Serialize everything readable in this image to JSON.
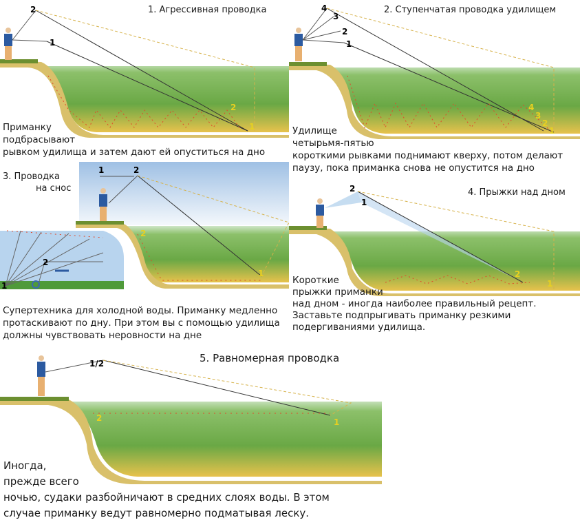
{
  "colors": {
    "water_top": "#c9e3c0",
    "water_mid": "#6fae4a",
    "water_bottom": "#e7c04a",
    "shore": "#d9c06a",
    "grass": "#6c8f30",
    "line": "#333333",
    "dashed": "#d6b24a",
    "marker": "#e14a2a",
    "sky": "#a9c8e8"
  },
  "panels": [
    {
      "title": "1. Агрессивная проводка",
      "caption": [
        "Приманку",
        "подбрасывают",
        "рывком удилища и затем дают ей опуститься на дно"
      ],
      "rod_labels": [
        "2",
        "1"
      ],
      "lure_labels": [
        "2",
        "1"
      ]
    },
    {
      "title": "2. Ступенчатая проводка удилищем",
      "caption": [
        "Удилище",
        "четырьмя-пятью",
        "короткими рывками поднимают кверху, потом делают",
        "паузу, пока приманка снова не опустится на дно"
      ],
      "rod_labels": [
        "4",
        "3",
        "2",
        "1"
      ],
      "lure_labels": [
        "4",
        "3",
        "2",
        "1"
      ]
    },
    {
      "title": [
        "3. Проводка",
        "на снос"
      ],
      "caption": [
        "Супертехника для холодной воды. Приманку медленно",
        "протаскивают по дну. При этом вы с помощью удилища",
        "должны чувствовать неровности на дне"
      ],
      "rod_labels": [
        "1",
        "2"
      ],
      "lure_labels": [
        "2",
        "1"
      ],
      "inset_labels": [
        "2",
        "1"
      ]
    },
    {
      "title": "4. Прыжки над дном",
      "caption": [
        "Короткие",
        "прыжки приманки",
        "над дном - иногда наиболее правильный рецепт.",
        "Заставьте подпрыгивать приманку резкими",
        "подергиваниями удилища."
      ],
      "rod_labels": [
        "2",
        "1"
      ],
      "lure_labels": [
        "2",
        "1"
      ]
    },
    {
      "title": "5. Равномерная проводка",
      "caption": [
        "Иногда,",
        "прежде всего",
        "ночью, судаки разбойничают в средних слоях воды. В этом",
        "случае приманку ведут равномерно подматывая леску."
      ],
      "rod_labels": [
        "1/2"
      ],
      "lure_labels": [
        "2",
        "1"
      ]
    }
  ]
}
